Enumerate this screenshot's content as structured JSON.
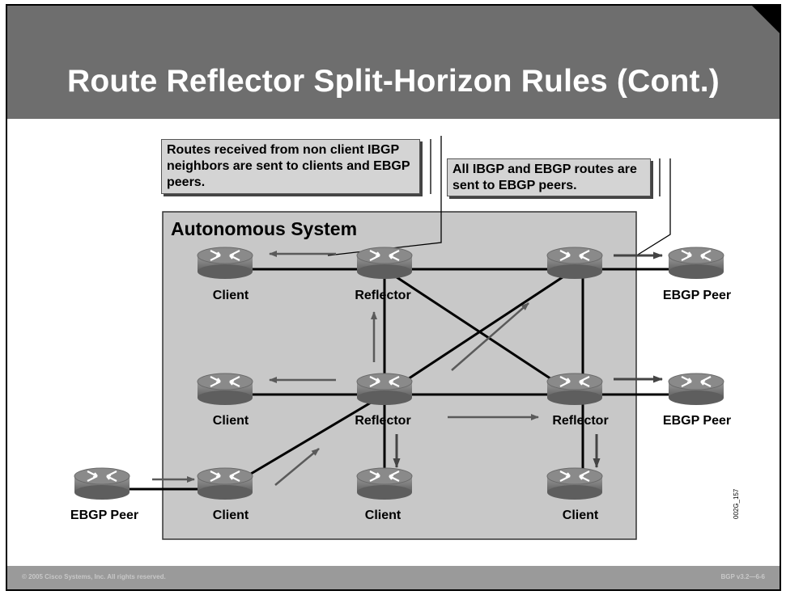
{
  "slide": {
    "title": "Route Reflector Split-Horizon Rules (Cont.)",
    "footer_copyright": "© 2005 Cisco Systems, Inc. All rights reserved.",
    "footer_course": "BGP v3.2—6-6",
    "figure_id": "002G_157"
  },
  "callouts": {
    "left": "Routes received from non client IBGP neighbors are sent to clients and EBGP peers.",
    "right": "All IBGP and EBGP routes are sent to EBGP peers."
  },
  "as_label": "Autonomous System",
  "nodes": {
    "client_top": "Client",
    "reflector_top": "Reflector",
    "ebgp_peer_top": "EBGP Peer",
    "client_mid": "Client",
    "reflector_mid": "Reflector",
    "reflector_right": "Reflector",
    "ebgp_peer_right": "EBGP Peer",
    "ebgp_peer_left": "EBGP Peer",
    "client_bottom_left": "Client",
    "client_bottom_mid": "Client",
    "client_bottom_right": "Client"
  },
  "colors": {
    "title_bar": "#6e6e6e",
    "as_box": "#c8c8c8",
    "callout": "#d4d4d4",
    "arrow": "#5a5a5a",
    "router": "#7a7a7a"
  }
}
